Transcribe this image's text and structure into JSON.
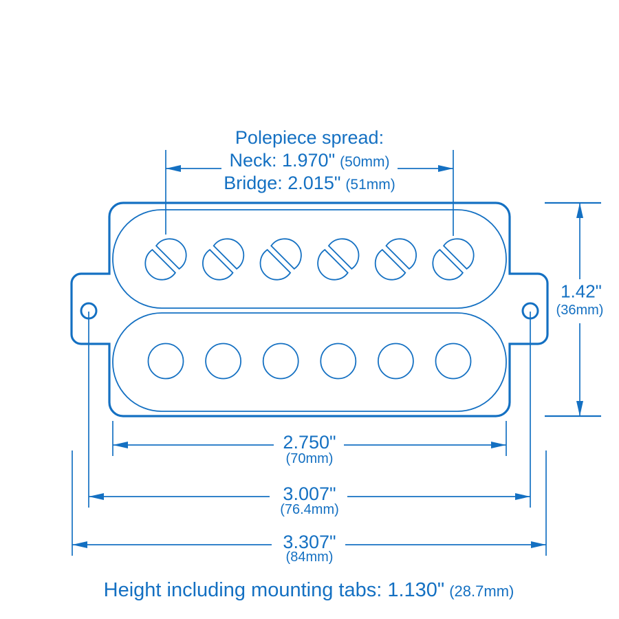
{
  "diagram": {
    "accent_color": "#1470C2",
    "background_color": "#ffffff",
    "title": {
      "line1": "Polepiece spread:",
      "neck_label": "Neck: 1.970\"",
      "neck_metric": "(50mm)",
      "bridge_label": "Bridge: 2.015\"",
      "bridge_metric": "(51mm)"
    },
    "dimensions": {
      "body_height": {
        "value": "1.42\"",
        "metric": "(36mm)"
      },
      "bobbin_width": {
        "value": "2.750\"",
        "metric": "(70mm)"
      },
      "mounting_hole_spacing": {
        "value": "3.007\"",
        "metric": "(76.4mm)"
      },
      "overall_width": {
        "value": "3.307\"",
        "metric": "(84mm)"
      }
    },
    "footer": {
      "label": "Height including mounting tabs: 1.130\"",
      "metric": "(28.7mm)"
    },
    "pickup": {
      "screw_polepieces": 6,
      "slug_polepieces": 6,
      "mounting_holes": 2
    }
  }
}
